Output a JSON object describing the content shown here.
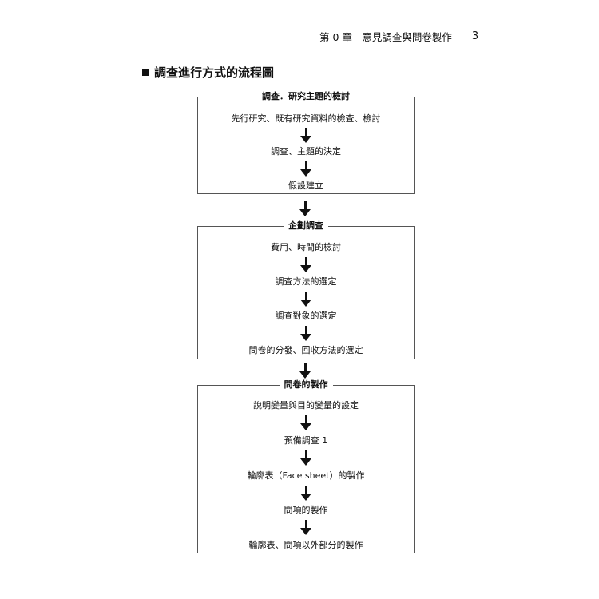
{
  "header": {
    "chapter": "第 0 章　意見調查與問卷製作",
    "page_number": "3"
  },
  "section_title": "調查進行方式的流程圖",
  "flow": {
    "group1": {
      "title": "調查．研究主題的檢討",
      "steps": [
        "先行研究、既有研究資料的檢查、檢討",
        "調查、主題的決定",
        "假設建立"
      ]
    },
    "group2": {
      "title": "企劃調查",
      "steps": [
        "費用、時間的檢討",
        "調查方法的選定",
        "調查對象的選定",
        "問卷的分發、回收方法的選定"
      ]
    },
    "group3": {
      "title": "問卷的製作",
      "steps": [
        "說明變量與目的變量的設定",
        "預備調查 1",
        "輪廓表（Face sheet）的製作",
        "問項的製作",
        "輪廓表、問項以外部分的製作"
      ]
    }
  }
}
